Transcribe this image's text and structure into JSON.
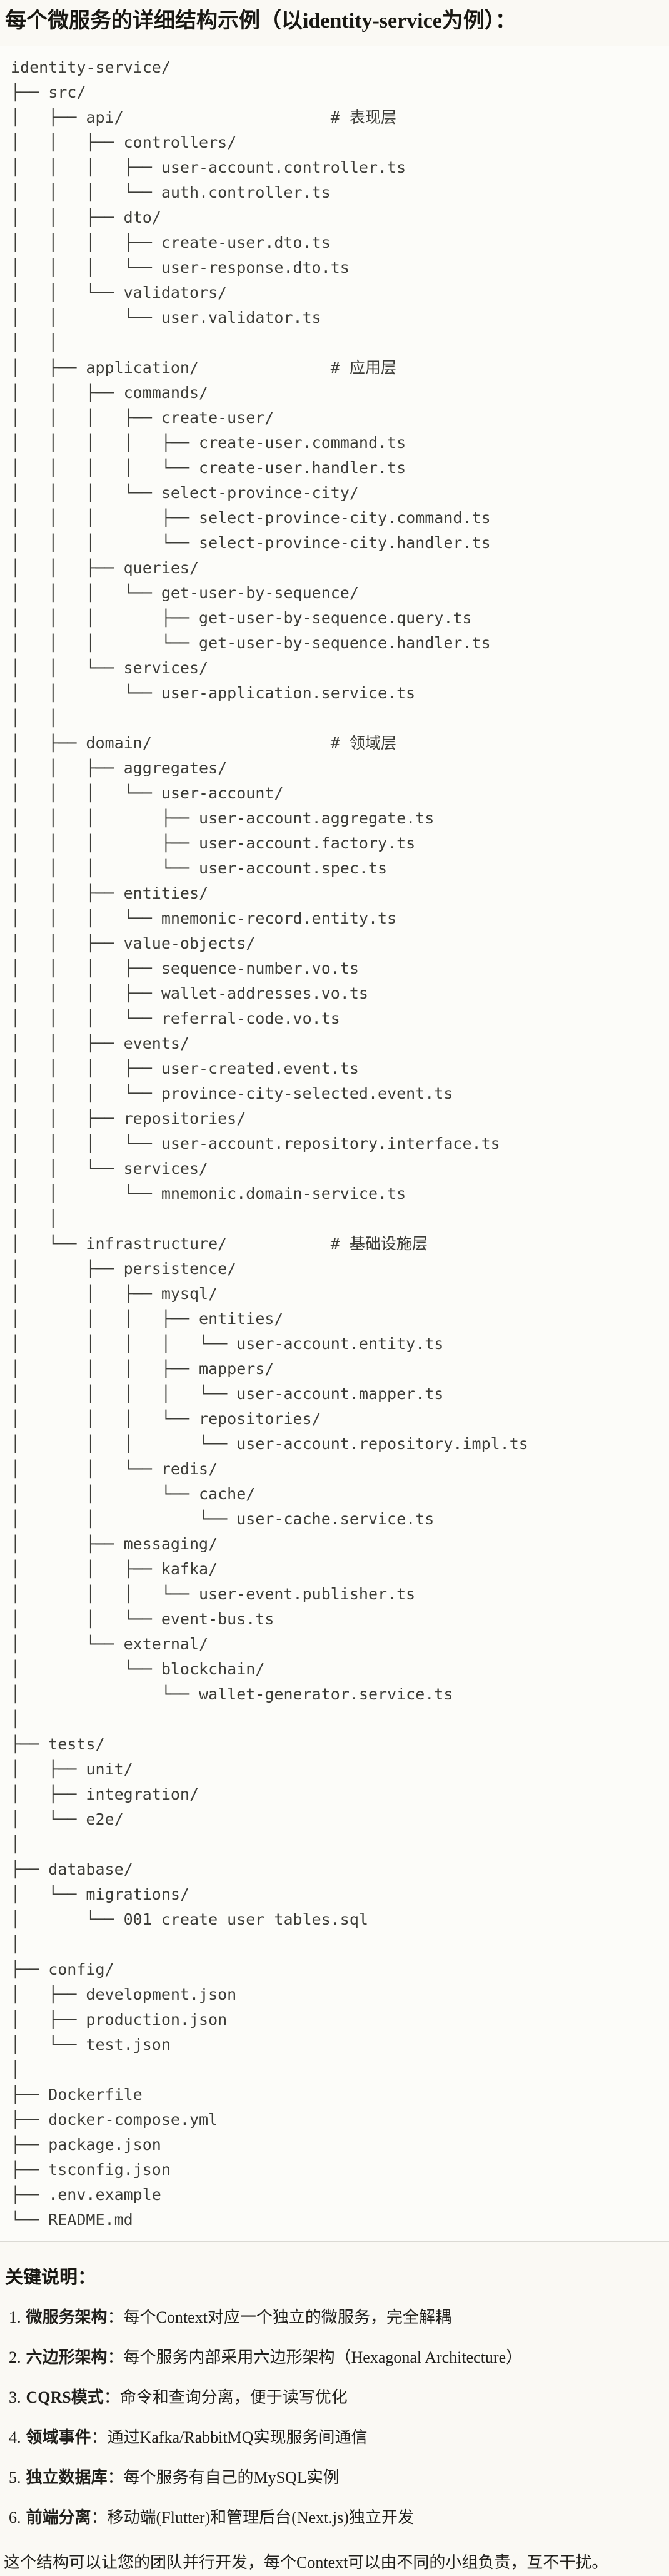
{
  "page": {
    "title": "每个微服务的详细结构示例（以identity-service为例）：",
    "tree_lines": [
      "identity-service/",
      "├── src/",
      "│   ├── api/                      # 表现层",
      "│   │   ├── controllers/",
      "│   │   │   ├── user-account.controller.ts",
      "│   │   │   └── auth.controller.ts",
      "│   │   ├── dto/",
      "│   │   │   ├── create-user.dto.ts",
      "│   │   │   └── user-response.dto.ts",
      "│   │   └── validators/",
      "│   │       └── user.validator.ts",
      "│   │",
      "│   ├── application/              # 应用层",
      "│   │   ├── commands/",
      "│   │   │   ├── create-user/",
      "│   │   │   │   ├── create-user.command.ts",
      "│   │   │   │   └── create-user.handler.ts",
      "│   │   │   └── select-province-city/",
      "│   │   │       ├── select-province-city.command.ts",
      "│   │   │       └── select-province-city.handler.ts",
      "│   │   ├── queries/",
      "│   │   │   └── get-user-by-sequence/",
      "│   │   │       ├── get-user-by-sequence.query.ts",
      "│   │   │       └── get-user-by-sequence.handler.ts",
      "│   │   └── services/",
      "│   │       └── user-application.service.ts",
      "│   │",
      "│   ├── domain/                   # 领域层",
      "│   │   ├── aggregates/",
      "│   │   │   └── user-account/",
      "│   │   │       ├── user-account.aggregate.ts",
      "│   │   │       ├── user-account.factory.ts",
      "│   │   │       └── user-account.spec.ts",
      "│   │   ├── entities/",
      "│   │   │   └── mnemonic-record.entity.ts",
      "│   │   ├── value-objects/",
      "│   │   │   ├── sequence-number.vo.ts",
      "│   │   │   ├── wallet-addresses.vo.ts",
      "│   │   │   └── referral-code.vo.ts",
      "│   │   ├── events/",
      "│   │   │   ├── user-created.event.ts",
      "│   │   │   └── province-city-selected.event.ts",
      "│   │   ├── repositories/",
      "│   │   │   └── user-account.repository.interface.ts",
      "│   │   └── services/",
      "│   │       └── mnemonic.domain-service.ts",
      "│   │",
      "│   └── infrastructure/           # 基础设施层",
      "│       ├── persistence/",
      "│       │   ├── mysql/",
      "│       │   │   ├── entities/",
      "│       │   │   │   └── user-account.entity.ts",
      "│       │   │   ├── mappers/",
      "│       │   │   │   └── user-account.mapper.ts",
      "│       │   │   └── repositories/",
      "│       │   │       └── user-account.repository.impl.ts",
      "│       │   └── redis/",
      "│       │       └── cache/",
      "│       │           └── user-cache.service.ts",
      "│       ├── messaging/",
      "│       │   ├── kafka/",
      "│       │   │   └── user-event.publisher.ts",
      "│       │   └── event-bus.ts",
      "│       └── external/",
      "│           └── blockchain/",
      "│               └── wallet-generator.service.ts",
      "│",
      "├── tests/",
      "│   ├── unit/",
      "│   ├── integration/",
      "│   └── e2e/",
      "│",
      "├── database/",
      "│   └── migrations/",
      "│       └── 001_create_user_tables.sql",
      "│",
      "├── config/",
      "│   ├── development.json",
      "│   ├── production.json",
      "│   └── test.json",
      "│",
      "├── Dockerfile",
      "├── docker-compose.yml",
      "├── package.json",
      "├── tsconfig.json",
      "├── .env.example",
      "└── README.md"
    ],
    "notes": {
      "heading": "关键说明：",
      "items": [
        {
          "num": "1.",
          "label": "微服务架构",
          "rest": "：每个Context对应一个独立的微服务，完全解耦"
        },
        {
          "num": "2.",
          "label": "六边形架构",
          "rest": "：每个服务内部采用六边形架构（Hexagonal Architecture）"
        },
        {
          "num": "3.",
          "label": "CQRS模式",
          "rest": "：命令和查询分离，便于读写优化"
        },
        {
          "num": "4.",
          "label": "领域事件",
          "rest": "：通过Kafka/RabbitMQ实现服务间通信"
        },
        {
          "num": "5.",
          "label": "独立数据库",
          "rest": "：每个服务有自己的MySQL实例"
        },
        {
          "num": "6.",
          "label": "前端分离",
          "rest": "：移动端(Flutter)和管理后台(Next.js)独立开发"
        }
      ],
      "closing": "这个结构可以让您的团队并行开发，每个Context可以由不同的小组负责，互不干扰。"
    }
  }
}
